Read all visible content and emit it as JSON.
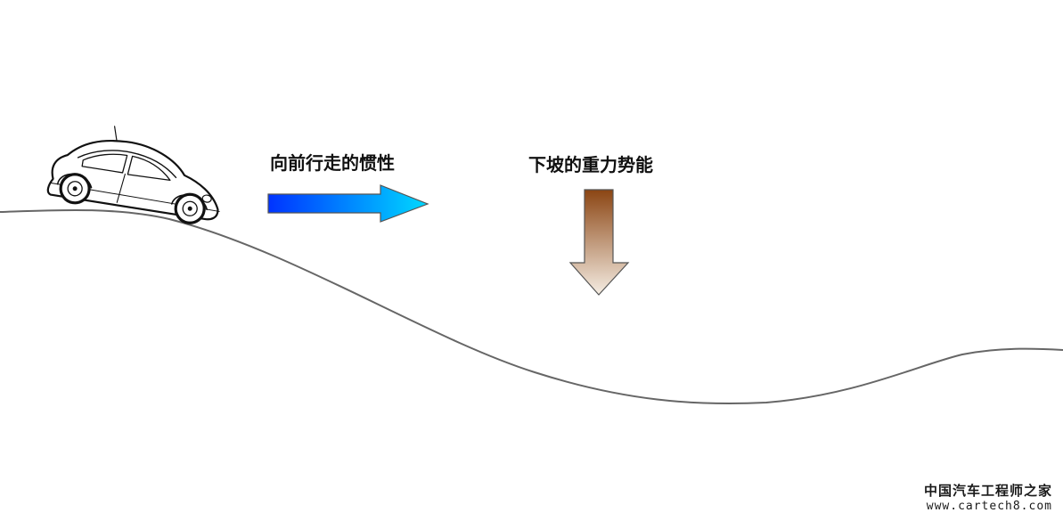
{
  "labels": {
    "inertia": "向前行走的惯性",
    "gravity": "下坡的重力势能"
  },
  "arrows": {
    "inertia": {
      "gradient": [
        "#0033ff",
        "#00d9ff"
      ]
    },
    "gravity": {
      "gradient": [
        "#8b4513",
        "#f5ede3"
      ]
    }
  },
  "icons": {
    "car": "car-icon"
  },
  "colors": {
    "terrain": "#666666",
    "arrow_stroke": "#555555"
  },
  "watermark": {
    "title": "中国汽车工程师之家",
    "url": "www.cartech8.com"
  }
}
